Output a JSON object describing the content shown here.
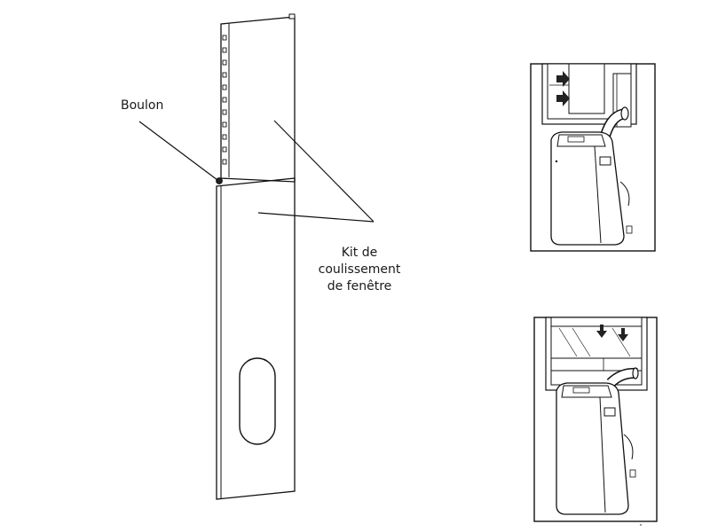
{
  "labels": {
    "bolt": "Boulon",
    "kit_line1": "Kit de",
    "kit_line2": "coulissement",
    "kit_line3": "de fenêtre"
  }
}
